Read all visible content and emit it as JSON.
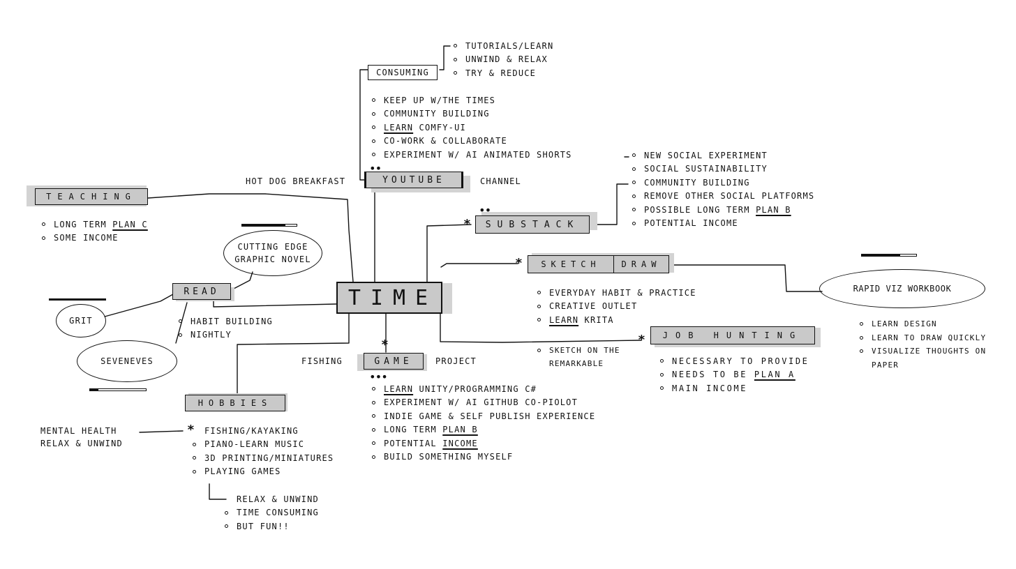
{
  "nodes": {
    "time": "TIME",
    "consuming": "CONSUMING",
    "youtube": "YOUTUBE",
    "youtube_prefix": "HOT DOG BREAKFAST",
    "youtube_suffix": "CHANNEL",
    "teaching": "TEACHING",
    "substack": "SUBSTACK",
    "sketch": "SKETCH",
    "draw": "DRAW",
    "read": "READ",
    "game": "GAME",
    "game_prefix": "FISHING",
    "game_suffix": "PROJECT",
    "job_hunting": "JOB HUNTING",
    "hobbies": "HOBBIES",
    "rapid_viz": "RAPID VIZ WORKBOOK",
    "cutting_edge_line1": "CUTTING EDGE",
    "cutting_edge_line2": "GRAPHIC NOVEL",
    "grit": "GRIT",
    "seveneves": "SEVENEVES",
    "mental_health_line1": "MENTAL HEALTH",
    "mental_health_line2": "RELAX & UNWIND",
    "sketch_remarkable_line1": "SKETCH ON THE",
    "sketch_remarkable_line2": "REMARKABLE"
  },
  "lists": {
    "consuming": [
      "TUTORIALS/LEARN",
      "UNWIND & RELAX",
      "TRY & REDUCE"
    ],
    "youtube": [
      {
        "pre": "",
        "ul": "",
        "post": "KEEP UP W/THE TIMES"
      },
      {
        "pre": "",
        "ul": "",
        "post": "COMMUNITY BUILDING"
      },
      {
        "pre": "",
        "ul": "LEARN",
        "post": " COMFY-UI"
      },
      {
        "pre": "",
        "ul": "",
        "post": "CO-WORK & COLLABORATE"
      },
      {
        "pre": "",
        "ul": "",
        "post": "EXPERIMENT W/ AI ANIMATED SHORTS"
      }
    ],
    "substack": [
      {
        "pre": "",
        "ul": "",
        "post": "NEW SOCIAL EXPERIMENT"
      },
      {
        "pre": "",
        "ul": "",
        "post": "SOCIAL SUSTAINABILITY"
      },
      {
        "pre": "",
        "ul": "",
        "post": "COMMUNITY BUILDING"
      },
      {
        "pre": "",
        "ul": "",
        "post": "REMOVE OTHER SOCIAL PLATFORMS"
      },
      {
        "pre": "POSSIBLE LONG TERM ",
        "ul": "PLAN B",
        "post": ""
      },
      {
        "pre": "",
        "ul": "",
        "post": "POTENTIAL INCOME"
      }
    ],
    "teaching": [
      {
        "pre": "LONG TERM ",
        "ul": "PLAN C",
        "post": ""
      },
      {
        "pre": "",
        "ul": "",
        "post": "SOME INCOME"
      }
    ],
    "sketch": [
      {
        "pre": "",
        "ul": "",
        "post": "EVERYDAY HABIT & PRACTICE"
      },
      {
        "pre": "",
        "ul": "",
        "post": "CREATIVE OUTLET"
      },
      {
        "pre": "",
        "ul": "LEARN",
        "post": " KRITA"
      }
    ],
    "rapid_viz": [
      "LEARN DESIGN",
      "LEARN TO DRAW QUICKLY",
      "VISUALIZE THOUGHTS ON",
      "PAPER"
    ],
    "read": [
      "HABIT BUILDING",
      "NIGHTLY"
    ],
    "game": [
      {
        "pre": "",
        "ul": "LEARN",
        "post": " UNITY/PROGRAMMING C#"
      },
      {
        "pre": "",
        "ul": "",
        "post": "EXPERIMENT W/ AI GITHUB CO-PIOLOT"
      },
      {
        "pre": "",
        "ul": "",
        "post": "INDIE GAME & SELF PUBLISH EXPERIENCE"
      },
      {
        "pre": "LONG TERM ",
        "ul": "PLAN B",
        "post": ""
      },
      {
        "pre": "POTENTIAL ",
        "ul": "INCOME",
        "post": ""
      },
      {
        "pre": "",
        "ul": "",
        "post": "BUILD SOMETHING MYSELF"
      }
    ],
    "job": [
      {
        "pre": "",
        "ul": "",
        "post": "NECESSARY TO PROVIDE"
      },
      {
        "pre": "NEEDS TO BE ",
        "ul": "PLAN A",
        "post": ""
      },
      {
        "pre": "",
        "ul": "",
        "post": "MAIN INCOME"
      }
    ],
    "hobbies": [
      "FISHING/KAYAKING",
      "PIANO-LEARN MUSIC",
      "3D PRINTING/MINIATURES",
      "PLAYING GAMES"
    ],
    "playing_games": [
      "RELAX & UNWIND",
      "TIME CONSUMING",
      "BUT FUN!!"
    ]
  },
  "progress": {
    "cutting_edge": 0.8,
    "seveneves": 0.15,
    "rapid_viz": 0.7
  },
  "markers": {
    "dots": "••",
    "three_dots": "•••",
    "star": "*"
  },
  "colors": {
    "ink": "#111111",
    "box_fill": "#c9c9c9",
    "shadow": "#d3d3d3",
    "paper": "#ffffff"
  }
}
